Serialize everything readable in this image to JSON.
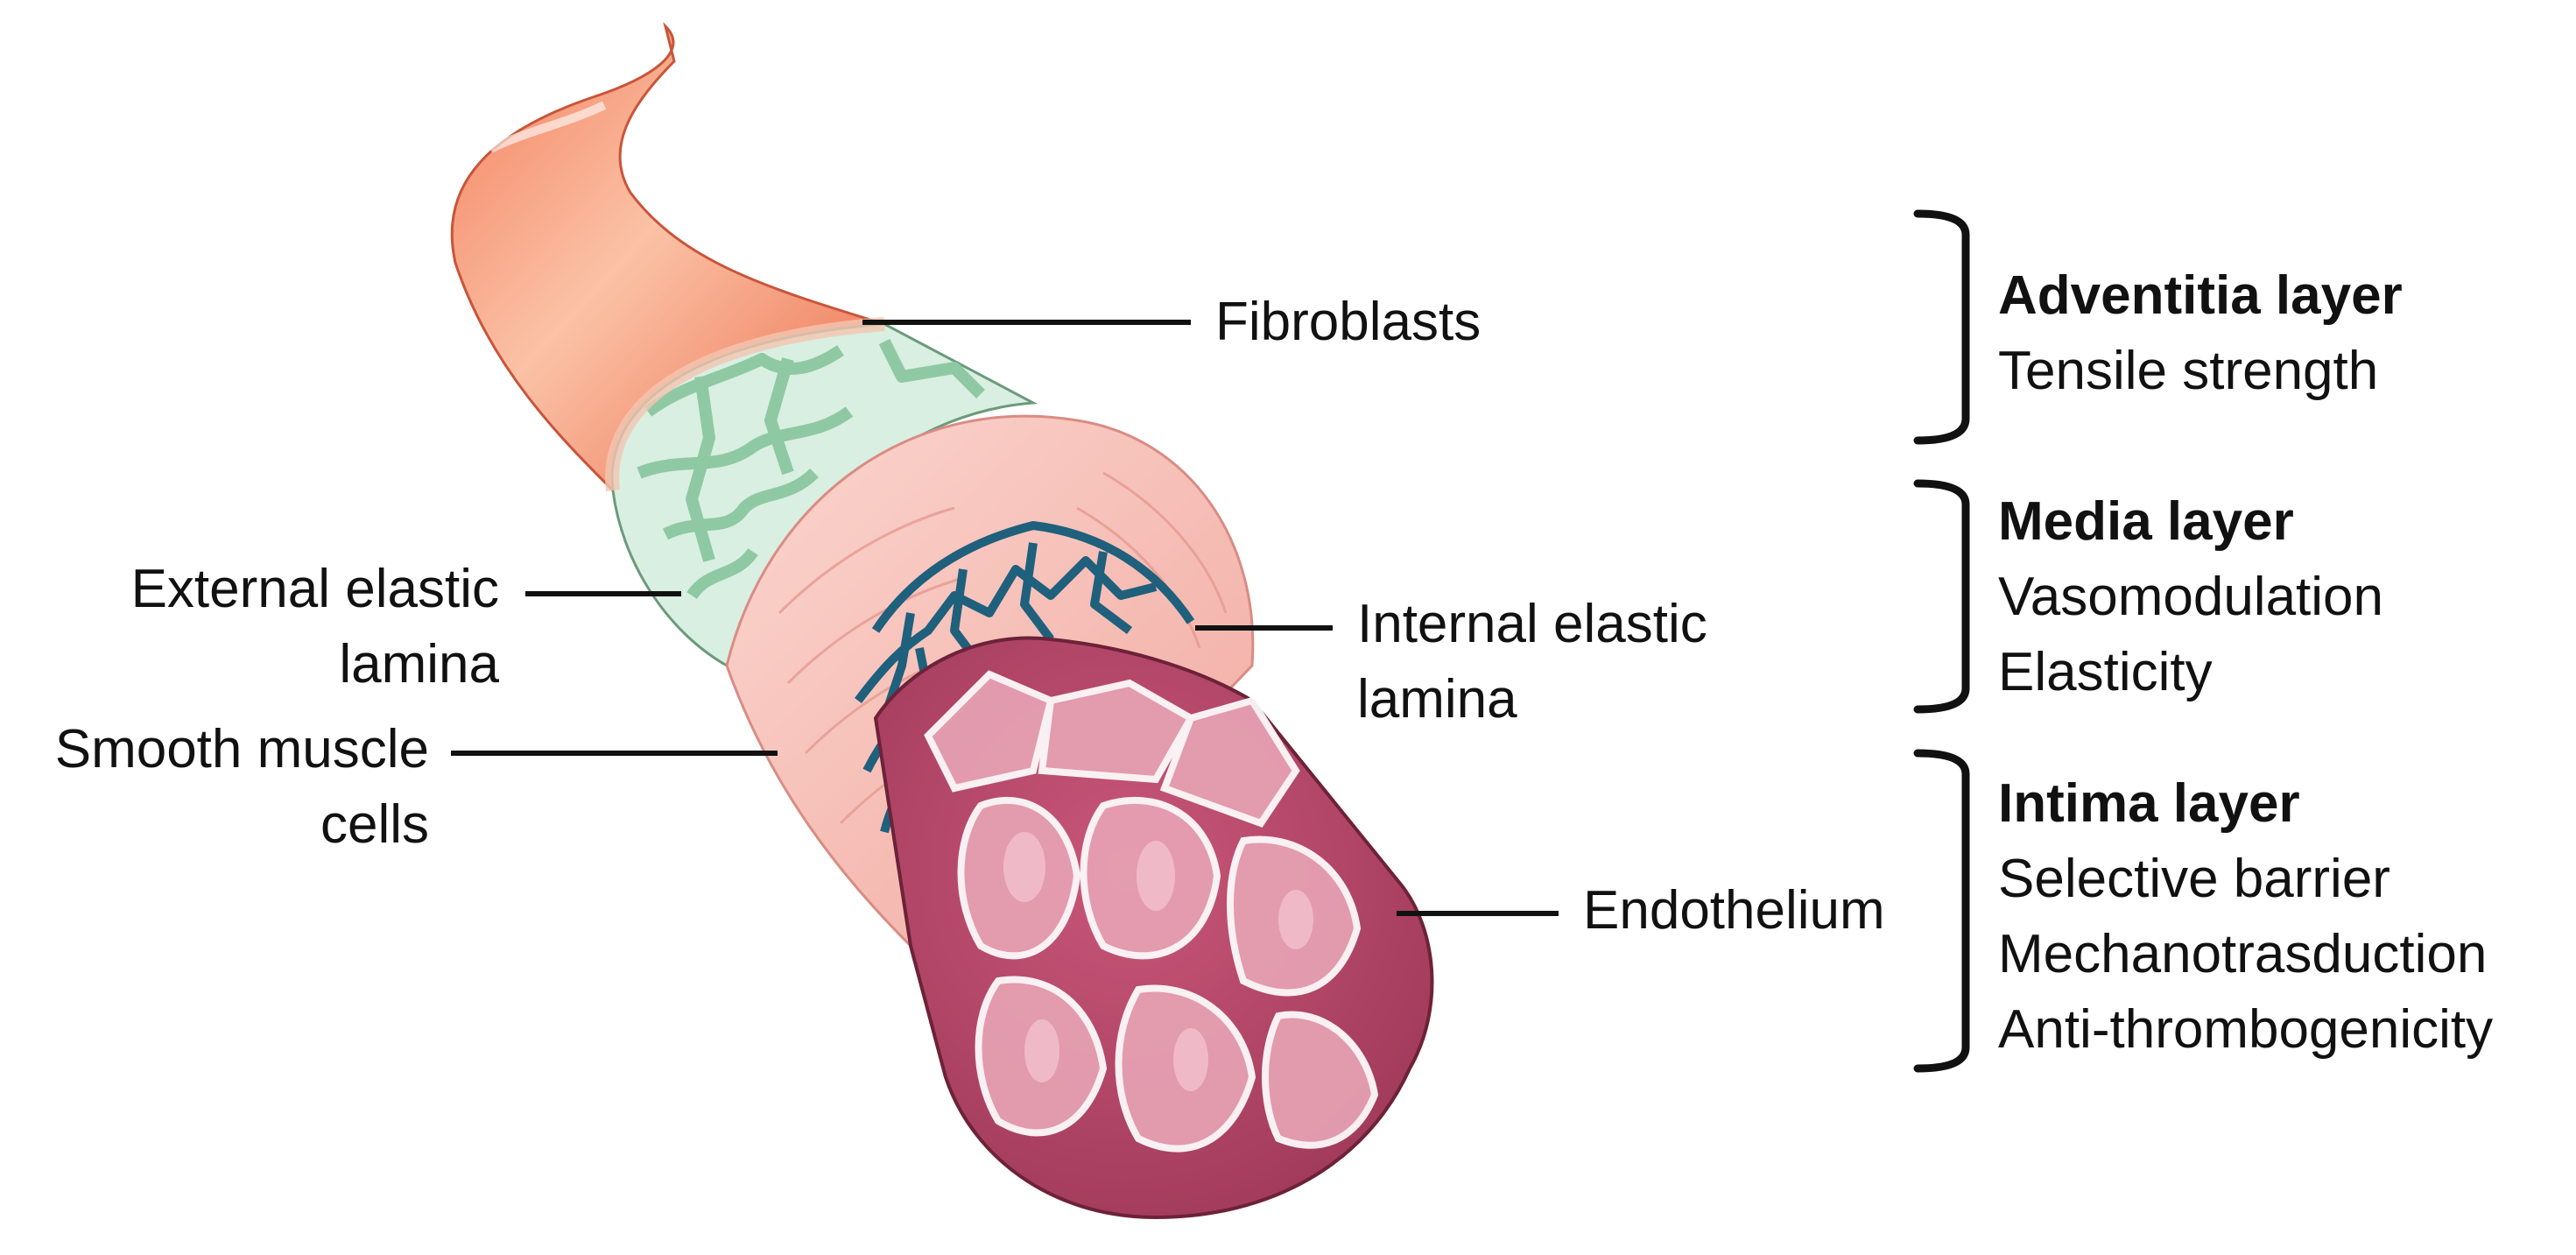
{
  "labels": {
    "fibroblasts": "Fibroblasts",
    "external_elastic_lamina": [
      "External elastic",
      "lamina"
    ],
    "internal_elastic_lamina": [
      "Internal elastic",
      "lamina"
    ],
    "smooth_muscle_cells": [
      "Smooth muscle",
      "cells"
    ],
    "endothelium": "Endothelium"
  },
  "layers": [
    {
      "title": "Adventitia layer",
      "functions": [
        "Tensile strength"
      ]
    },
    {
      "title": "Media layer",
      "functions": [
        "Vasomodulation",
        "Elasticity"
      ]
    },
    {
      "title": "Intima layer",
      "functions": [
        "Selective barrier",
        "Mechanotrasduction",
        "Anti-thrombogenicity"
      ]
    }
  ],
  "colors": {
    "adventitia": "#f08060",
    "adventitia_light": "#f9b59a",
    "fibroblast_network": "#a8d8b8",
    "media": "#f4b8b0",
    "internal_lamina": "#1e5f7a",
    "endothelium": "#b84a6a",
    "endothelium_light": "#e9a8b8",
    "leader_line": "#111111"
  }
}
